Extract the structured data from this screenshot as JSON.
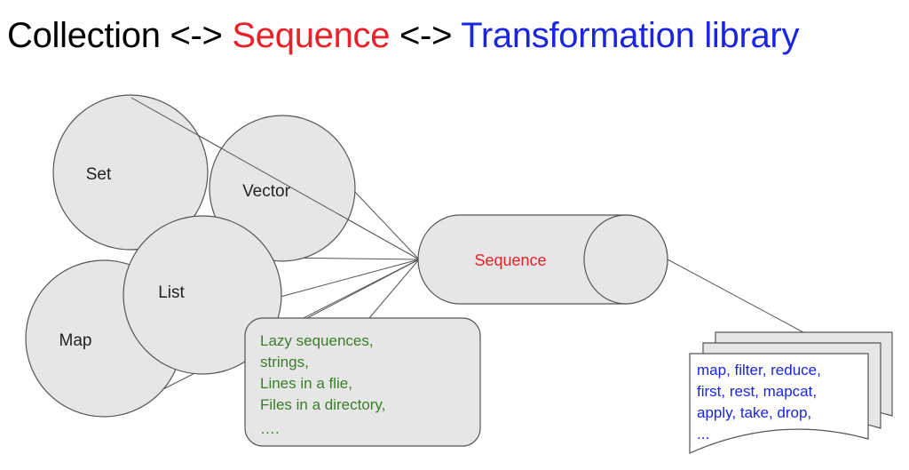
{
  "title": {
    "part1": "Collection <-> ",
    "part2": "Sequence",
    "part3": " <-> ",
    "part4": "Transformation library"
  },
  "colors": {
    "sequence": "#e8212a",
    "library": "#1a25e0",
    "sources": "#3a7d2a",
    "node_fill": "#e6e6e6"
  },
  "nodes": {
    "set": "Set",
    "vector": "Vector",
    "list": "List",
    "map": "Map",
    "sequence": "Sequence"
  },
  "sources_box": {
    "lines": [
      "Lazy sequences,",
      "strings,",
      "Lines in a flie,",
      "Files in a directory,",
      "…."
    ]
  },
  "functions_doc": {
    "lines": [
      "map, filter, reduce,",
      "first, rest, mapcat,",
      "apply, take, drop,",
      "..."
    ]
  }
}
